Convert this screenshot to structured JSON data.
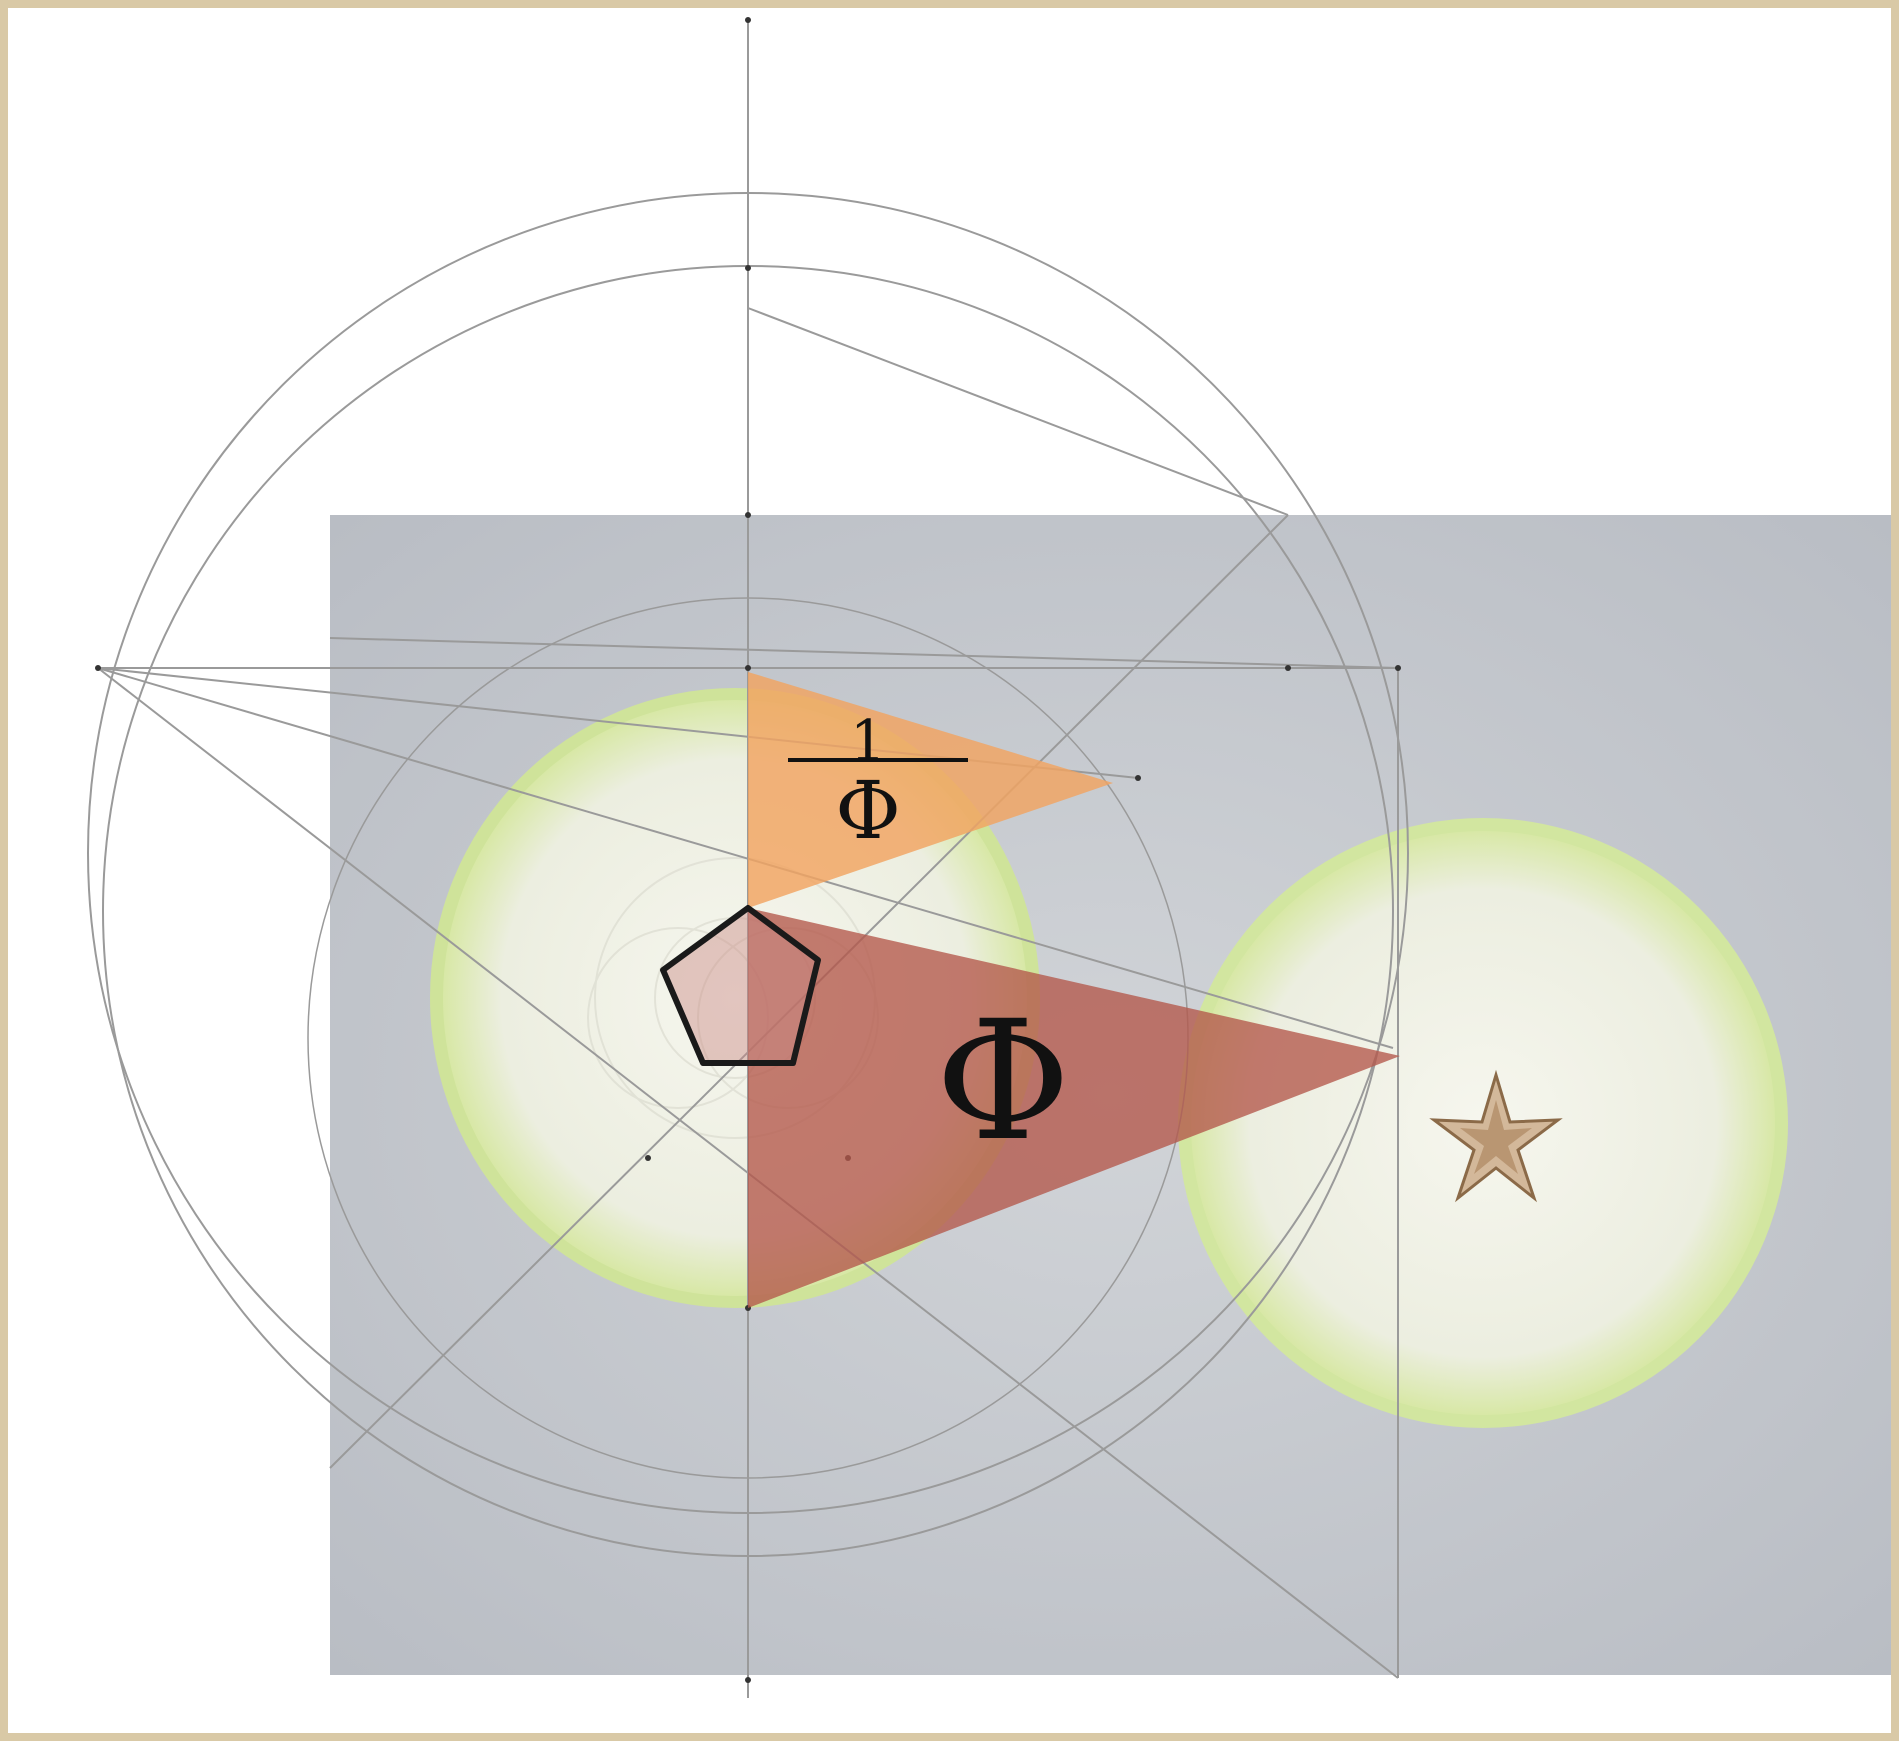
{
  "labels": {
    "inverse_numerator": "1",
    "inverse_denominator": "Φ",
    "phi": "Φ"
  },
  "colors": {
    "frame": "#d9c9a6",
    "paper": "#ffffff",
    "photo_background": "#c9ccd1",
    "apple_flesh": "#eef0e4",
    "apple_skin": "#cfe39a",
    "orange_triangle": "#f2a460",
    "red_triangle": "#b4574a",
    "construction_lines": "#9a9a9a",
    "pentagon_stroke": "#1a1a1a"
  },
  "icons": {
    "pentagon": "pentagon-icon",
    "apple_star": "star-icon"
  }
}
